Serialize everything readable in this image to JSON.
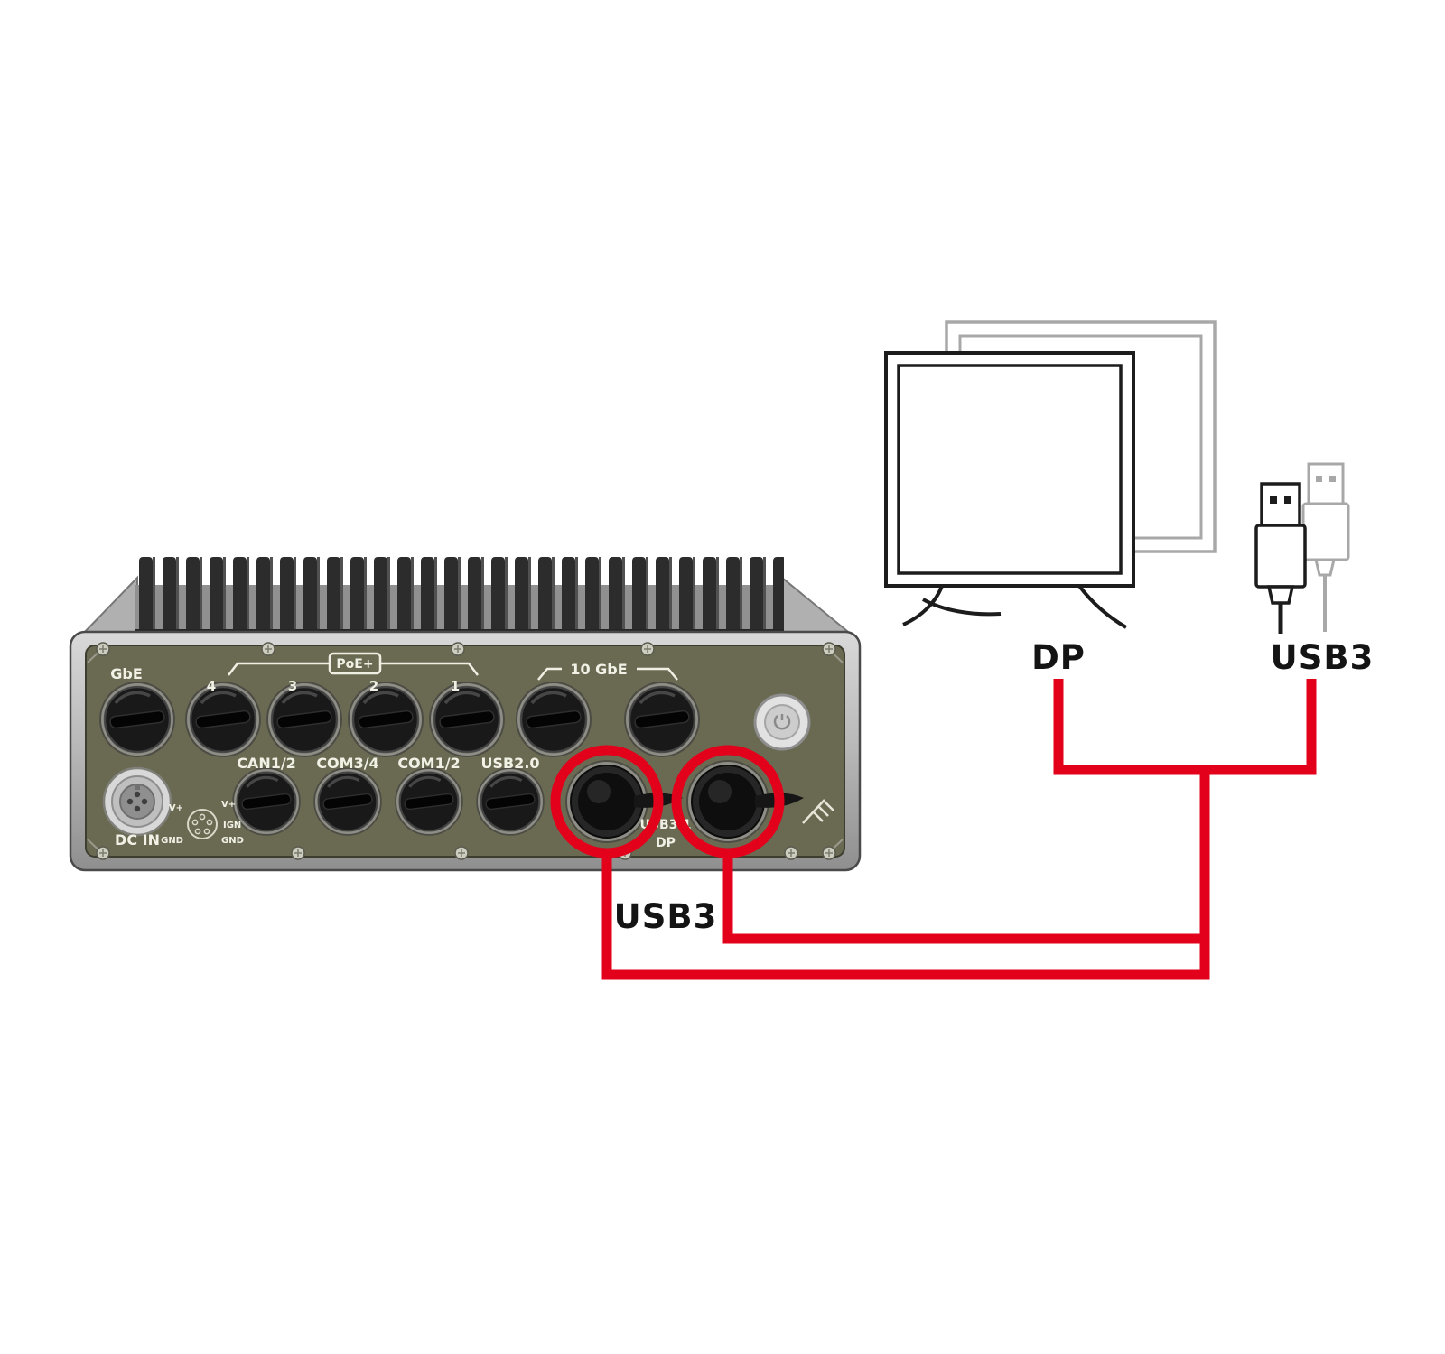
{
  "device": {
    "panel": {
      "gbe": "GbE",
      "poe": "PoE+",
      "poe_ports": [
        "4",
        "3",
        "2",
        "1"
      ],
      "ten_gbe": "10 GbE",
      "can12": "CAN1/2",
      "com34": "COM3/4",
      "com12": "COM1/2",
      "usb20": "USB2.0",
      "dc_in": "DC IN",
      "usb3_port": "USB3.1",
      "dp_port": "DP",
      "pin_v1": "V+",
      "pin_v2": "V+",
      "pin_ign": "IGN",
      "pin_gnd1": "GND",
      "pin_gnd2": "GND"
    }
  },
  "callouts": {
    "dp": "DP",
    "usb3_peripheral": "USB3",
    "usb3_ports": "USB3"
  },
  "colors": {
    "highlight_red": "#e2001a",
    "panel_olive": "#6a6a53"
  }
}
